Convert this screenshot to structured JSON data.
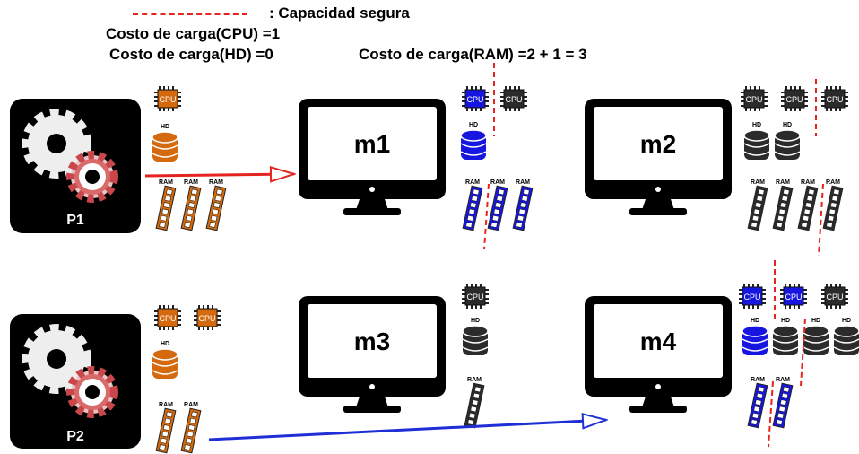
{
  "legend": {
    "line_text": ": Capacidad segura",
    "line_color": "#e8231f"
  },
  "costs": {
    "cpu": "Costo de carga(CPU) =1",
    "hd": "Costo de carga(HD) =0",
    "ram": "Costo de carga(RAM) =2 + 1 = 3"
  },
  "processes": [
    {
      "label": "P1",
      "cpu_count": 1,
      "hd_count": 1,
      "ram_count": 3,
      "color": "#d46a0d",
      "arrow_to": "m1",
      "arrow_color": "#e52421"
    },
    {
      "label": "P2",
      "cpu_count": 2,
      "hd_count": 1,
      "ram_count": 2,
      "color": "#d46a0d",
      "arrow_to": "m4",
      "arrow_color": "#1f2fd6"
    }
  ],
  "machines": [
    {
      "label": "m1",
      "cpu": [
        "used",
        "free"
      ],
      "hd": [
        "used"
      ],
      "ram": [
        "used",
        "used",
        "used"
      ]
    },
    {
      "label": "m2",
      "cpu": [
        "free",
        "free",
        "free"
      ],
      "hd": [
        "free",
        "free"
      ],
      "ram": [
        "free",
        "free",
        "free",
        "free"
      ]
    },
    {
      "label": "m3",
      "cpu": [
        "free"
      ],
      "hd": [
        "free"
      ],
      "ram": [
        "free"
      ]
    },
    {
      "label": "m4",
      "cpu": [
        "used",
        "used",
        "free"
      ],
      "hd": [
        "used",
        "free",
        "free",
        "free"
      ],
      "ram": [
        "used",
        "used"
      ]
    }
  ],
  "component_labels": {
    "cpu": "CPU",
    "hd": "HD",
    "ram": "RAM"
  },
  "colors": {
    "used": "#1616e0",
    "free": "#2b2b2b",
    "process": "#d46a0d",
    "dark": "#000000"
  }
}
